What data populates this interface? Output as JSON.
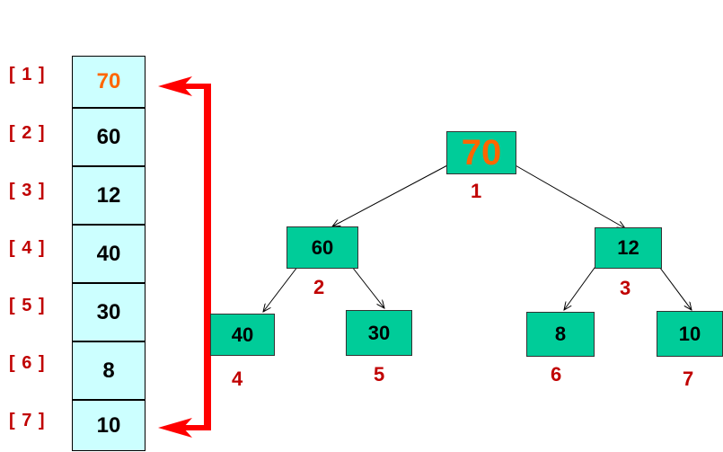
{
  "array": {
    "indices": [
      "[ 1 ]",
      "[ 2 ]",
      "[ 3 ]",
      "[ 4 ]",
      "[ 5 ]",
      "[ 6 ]",
      "[ 7 ]"
    ],
    "values": [
      "70",
      "60",
      "12",
      "40",
      "30",
      "8",
      "10"
    ]
  },
  "tree": {
    "nodes": [
      {
        "value": "70",
        "label": "1"
      },
      {
        "value": "60",
        "label": "2"
      },
      {
        "value": "12",
        "label": "3"
      },
      {
        "value": "40",
        "label": "4"
      },
      {
        "value": "30",
        "label": "5"
      },
      {
        "value": "8",
        "label": "6"
      },
      {
        "value": "10",
        "label": "7"
      }
    ]
  },
  "colors": {
    "cell_fill": "#ccffff",
    "node_fill": "#00cc99",
    "highlight_text": "#ff6600",
    "index_text": "#c00000",
    "swap_arrow": "#ff0000"
  }
}
